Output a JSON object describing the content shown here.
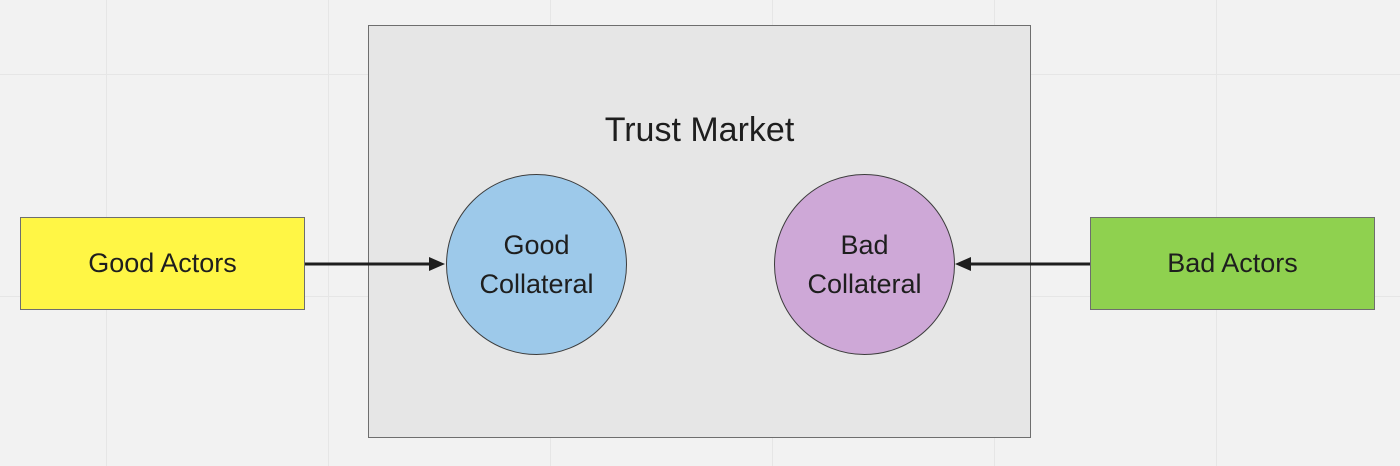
{
  "diagram": {
    "container": {
      "title": "Trust Market",
      "fill": "#e6e6e6"
    },
    "left_box": {
      "label": "Good Actors",
      "fill": "#fff645"
    },
    "right_box": {
      "label": "Bad Actors",
      "fill": "#8fd14f"
    },
    "left_circle": {
      "line1": "Good",
      "line2": "Collateral",
      "fill": "#9dc9ea"
    },
    "right_circle": {
      "line1": "Bad",
      "line2": "Collateral",
      "fill": "#cea8d7"
    },
    "connectors": [
      {
        "from": "Good Actors",
        "to": "Good Collateral"
      },
      {
        "from": "Bad Actors",
        "to": "Bad Collateral"
      }
    ],
    "arrow_color": "#1e1e1e"
  }
}
